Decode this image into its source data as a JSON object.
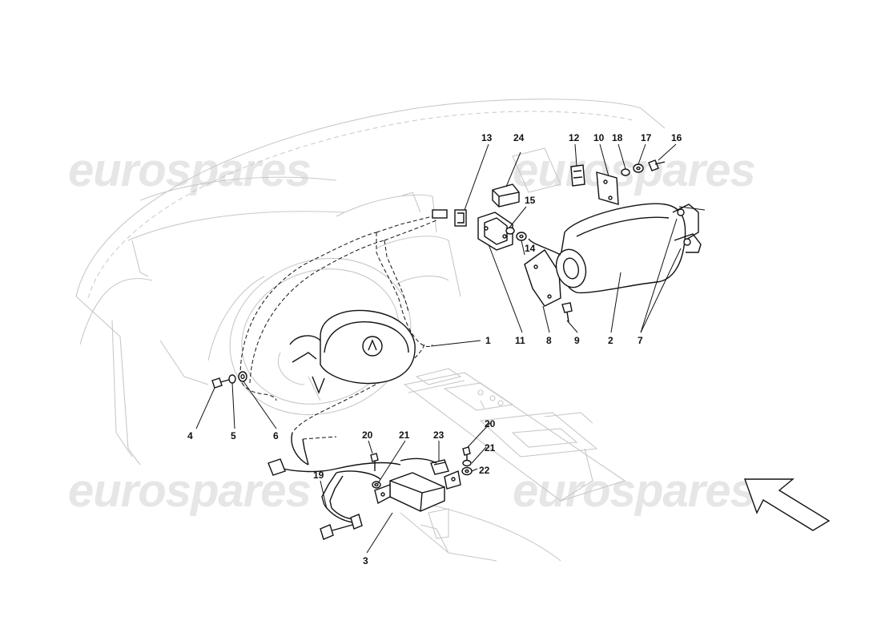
{
  "watermarks": [
    "eurospares",
    "eurospares",
    "eurospares",
    "eurospares"
  ],
  "callouts": [
    "1",
    "2",
    "3",
    "4",
    "5",
    "6",
    "7",
    "8",
    "9",
    "10",
    "11",
    "12",
    "13",
    "14",
    "15",
    "16",
    "17",
    "18",
    "19",
    "20",
    "21",
    "22",
    "23",
    "24",
    "20",
    "21"
  ]
}
